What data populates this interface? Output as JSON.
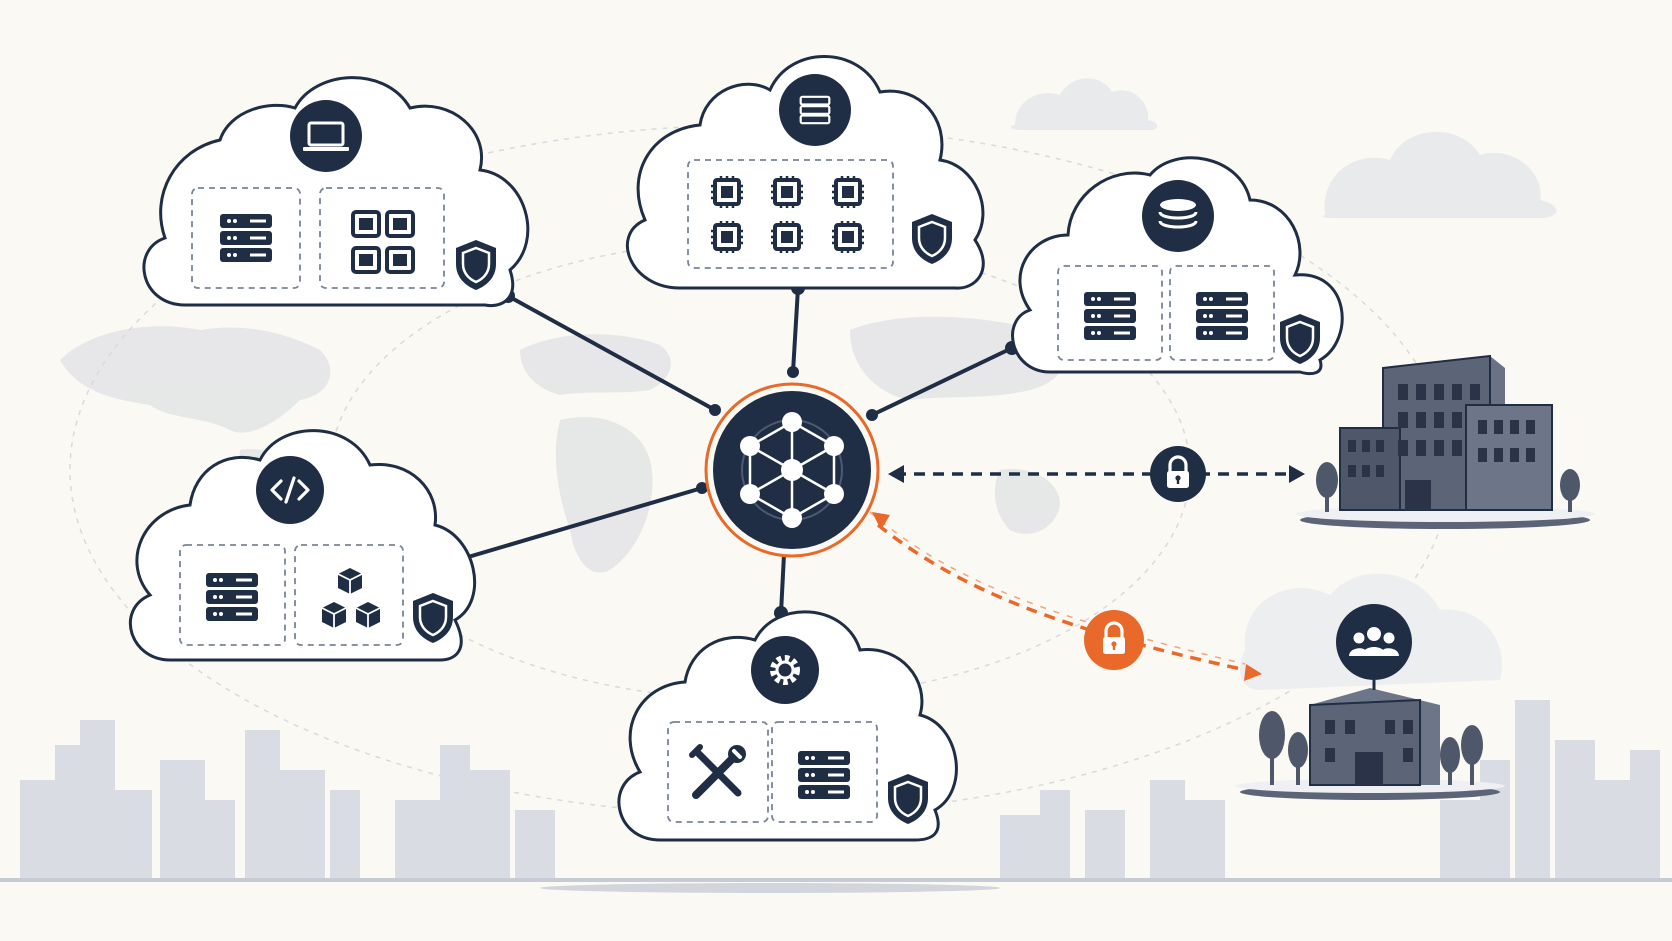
{
  "colors": {
    "background": "#fbf9f3",
    "navy": "#1f2d45",
    "accent_orange": "#e8692a",
    "cloud_fill": "#ffffff",
    "tile_border": "#7a8496",
    "building_gray": "#5c6577",
    "skyline_gray": "#d6d9df",
    "map_gray": "#e3e4e6"
  },
  "hub": {
    "icon": "network-mesh-icon"
  },
  "clouds": [
    {
      "name": "cloud-devices",
      "badge_icon": "laptop-icon",
      "tiles": [
        "server-rack-icon",
        "compute-grid-icon"
      ],
      "security_icon": "shield-icon"
    },
    {
      "name": "cloud-compute",
      "badge_icon": "server-rack-icon",
      "tiles": [
        "cpu-chip-grid-icon"
      ],
      "security_icon": "shield-icon"
    },
    {
      "name": "cloud-storage",
      "badge_icon": "database-icon",
      "tiles": [
        "server-rack-icon",
        "server-rack-icon"
      ],
      "security_icon": "shield-icon"
    },
    {
      "name": "cloud-development",
      "badge_icon": "code-icon",
      "tiles": [
        "server-rack-icon",
        "containers-icon"
      ],
      "security_icon": "shield-icon"
    },
    {
      "name": "cloud-operations",
      "badge_icon": "gear-icon",
      "tiles": [
        "tools-icon",
        "server-rack-icon"
      ],
      "security_icon": "shield-icon"
    }
  ],
  "sites": [
    {
      "name": "headquarters",
      "icon": "office-building-icon",
      "link": "secure-dashed-link",
      "link_icon": "lock-icon"
    },
    {
      "name": "branch-office",
      "icon": "branch-building-icon",
      "badge_icon": "users-icon",
      "link": "secure-dashed-link-orange",
      "link_icon": "lock-icon"
    }
  ]
}
